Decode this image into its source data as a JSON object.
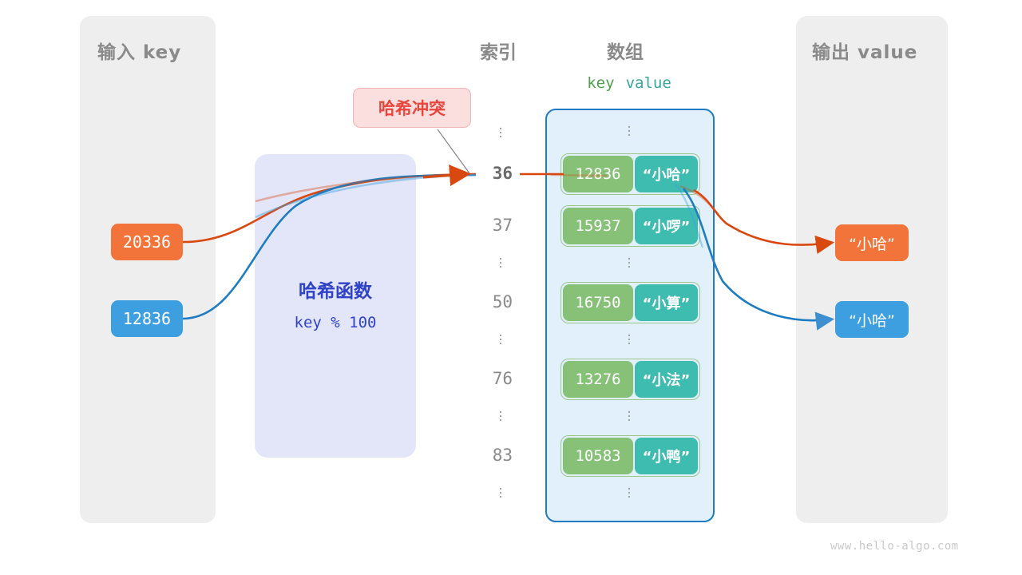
{
  "diagram": {
    "watermark": "www.hello-algo.com"
  },
  "panels": {
    "input": {
      "title": "输入 key"
    },
    "output": {
      "title": "输出 value"
    }
  },
  "headings": {
    "index": "索引",
    "array": "数组",
    "key": "key",
    "value": "value"
  },
  "hash_function": {
    "title": "哈希函数",
    "expression": "key % 100"
  },
  "annotation": {
    "collision": "哈希冲突"
  },
  "input_keys": [
    {
      "value": "20336",
      "color": "#f2743a"
    },
    {
      "value": "12836",
      "color": "#3d9fe0"
    }
  ],
  "output_values": [
    {
      "value": "“小哈”",
      "color": "#f2743a"
    },
    {
      "value": "“小哈”",
      "color": "#3d9fe0"
    }
  ],
  "index_column": [
    {
      "type": "ellipsis"
    },
    {
      "type": "index",
      "label": "36",
      "active": true
    },
    {
      "type": "index",
      "label": "37",
      "active": false
    },
    {
      "type": "ellipsis"
    },
    {
      "type": "index",
      "label": "50",
      "active": false
    },
    {
      "type": "ellipsis"
    },
    {
      "type": "index",
      "label": "76",
      "active": false
    },
    {
      "type": "ellipsis"
    },
    {
      "type": "index",
      "label": "83",
      "active": false
    },
    {
      "type": "ellipsis"
    }
  ],
  "array_rows": [
    {
      "key": "12836",
      "value": "“小哈”"
    },
    {
      "key": "15937",
      "value": "“小啰”"
    },
    {
      "key": "16750",
      "value": "“小算”"
    },
    {
      "key": "13276",
      "value": "“小法”"
    },
    {
      "key": "10583",
      "value": "“小鸭”"
    }
  ],
  "colors": {
    "panel_bg": "#eeeeee",
    "array_bg": "#e1f0fb",
    "array_border": "#1f7cc0",
    "cell_key": "#87c178",
    "cell_key_border": "#9ac78f",
    "cell_value": "#3fbcb0",
    "hash_box": "#e2e6f8",
    "hash_text": "#2f42c8",
    "collision_bg": "#fbdede",
    "collision_text": "#e8453c",
    "orange": "#f2743a",
    "orange_line": "#d9480f",
    "blue": "#3d9fe0",
    "blue_line": "#1f7cc0",
    "label_gray": "#8a8a8a"
  }
}
